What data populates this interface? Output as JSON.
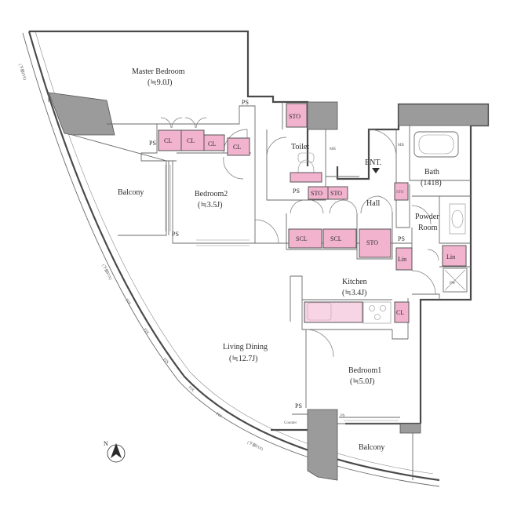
{
  "rooms": {
    "master_bedroom": {
      "name": "Master Bedroom",
      "area": "(≒9.0J)"
    },
    "bedroom2": {
      "name": "Bedroom2",
      "area": "(≒3.5J)"
    },
    "balcony_west": {
      "name": "Balcony"
    },
    "toilet": {
      "name": "Toilet"
    },
    "entrance": {
      "name": "ENT."
    },
    "hall": {
      "name": "Hall"
    },
    "bath": {
      "name": "Bath",
      "size": "(1418)"
    },
    "powder_room": {
      "name": "Powder Room",
      "line1": "Powder",
      "line2": "Room"
    },
    "kitchen": {
      "name": "Kitchen",
      "area": "(≒3.4J)"
    },
    "living_dining": {
      "name": "Living Dining",
      "area": "(≒12.7J)"
    },
    "bedroom1": {
      "name": "Bedroom1",
      "area": "(≒5.0J)"
    },
    "balcony_south": {
      "name": "Balcony"
    }
  },
  "storage": {
    "cl": "CL",
    "sto": "STO",
    "scl": "SCL",
    "lin": "Lin",
    "ps": "PS",
    "mb": "MB",
    "pw": "PW",
    "counter": "Counter"
  },
  "annotations": {
    "fix": "FIX",
    "fix_lower": "(下部FIX)"
  },
  "colors": {
    "storage_fill": "#f2b3cf",
    "wall": "#4a4a4a",
    "column": "#9b9b9b"
  },
  "compass": {
    "label": "N"
  }
}
